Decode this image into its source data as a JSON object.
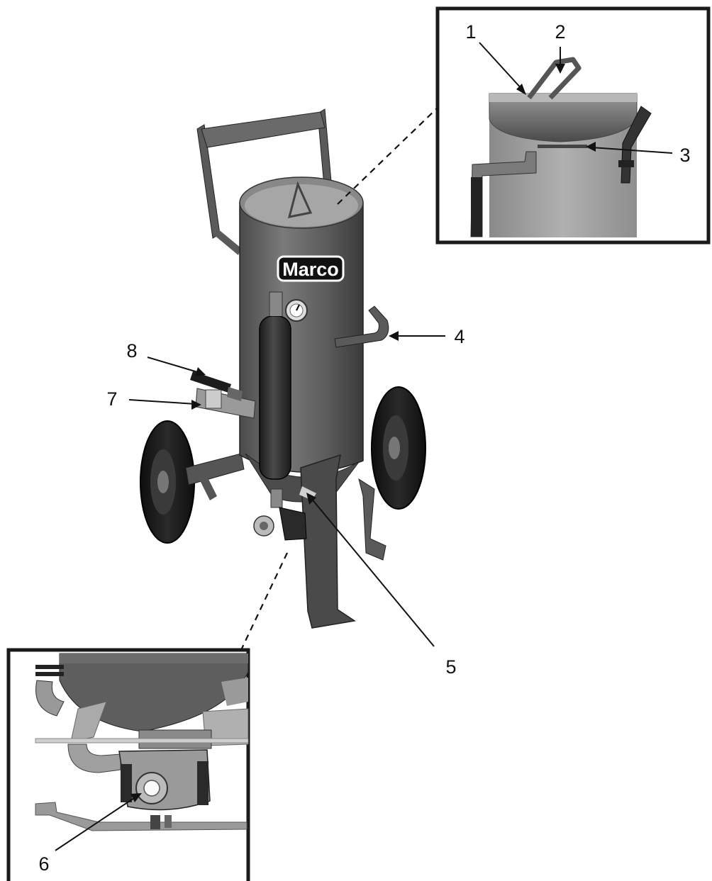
{
  "figure": {
    "brand": "Marco",
    "callouts": [
      "1",
      "2",
      "3",
      "4",
      "5",
      "6",
      "7",
      "8"
    ]
  },
  "colors": {
    "tank_dark": "#3e3e3e",
    "tank_mid": "#6e6e6e",
    "tank_light": "#9a9a9a",
    "inset_border": "#1a1a1a",
    "leader_line": "#111111"
  },
  "insets": [
    {
      "name": "lid-detail",
      "callouts": [
        "1",
        "2",
        "3"
      ]
    },
    {
      "name": "valve-detail",
      "callouts": [
        "6"
      ]
    }
  ]
}
